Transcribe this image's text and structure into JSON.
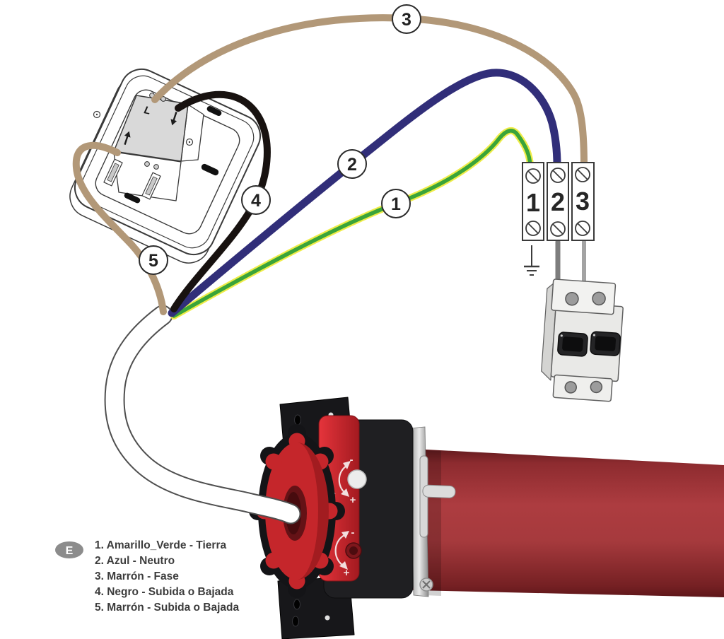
{
  "diagram": {
    "legend": {
      "marker": "E",
      "items": [
        "1. Amarillo_Verde - Tierra",
        "2. Azul - Neutro",
        "3. Marrón - Fase",
        "4. Negro - Subida o Bajada",
        "5. Marrón - Subida o Bajada"
      ]
    },
    "wire_markers": [
      "1",
      "2",
      "3",
      "4",
      "5"
    ],
    "terminal_block": {
      "labels": [
        "1",
        "2",
        "3"
      ]
    },
    "switch": {
      "label": "L"
    },
    "motor": {
      "minus": "-",
      "plus": "+"
    },
    "colors": {
      "earth_green": "#3aa43a",
      "earth_yellow": "#efec48",
      "neutral_blue": "#312e79",
      "phase_brown": "#b29878",
      "switch_black_wire": "#181210",
      "breaker_wire_gray": "#7d7d7d",
      "motor_tube_red": "#a63a3d",
      "motor_face_red": "#d02129",
      "motor_black": "#1f1f22",
      "legend_badge_gray": "#8c8c8c"
    }
  }
}
